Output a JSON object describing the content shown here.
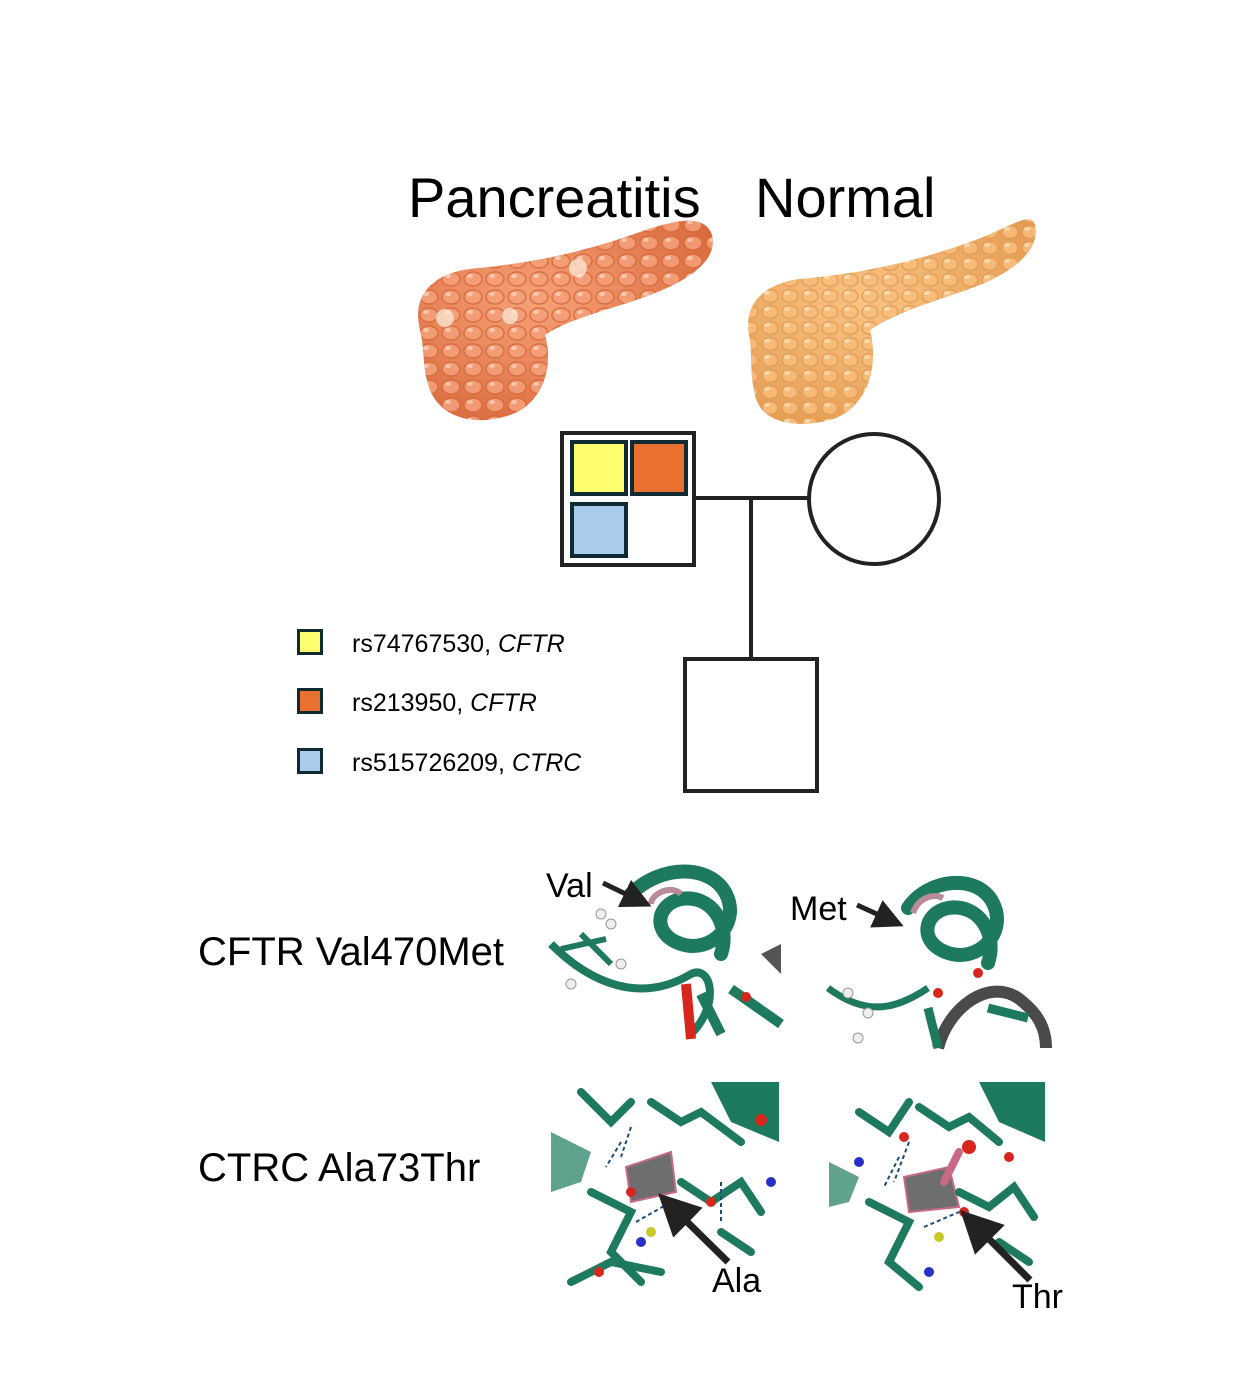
{
  "organs": {
    "affected_title": "Pancreatitis",
    "normal_title": "Normal",
    "affected_color": "#e8834f",
    "normal_color": "#f0ad68"
  },
  "legend": [
    {
      "id": "rs74767530",
      "gene": "CFTR",
      "color": "#fdfd6e"
    },
    {
      "id": "rs213950",
      "gene": "CFTR",
      "color": "#e9702f"
    },
    {
      "id": "rs515726209",
      "gene": "CTRC",
      "color": "#a9cbec"
    }
  ],
  "variants": {
    "cftr": {
      "label": "CFTR Val470Met",
      "wildtype": "Val",
      "mutant": "Met"
    },
    "ctrc": {
      "label": "CTRC Ala73Thr",
      "wildtype": "Ala",
      "mutant": "Thr"
    }
  },
  "colors": {
    "protein": "#1e7a5e",
    "pedigree_line": "#222222"
  }
}
